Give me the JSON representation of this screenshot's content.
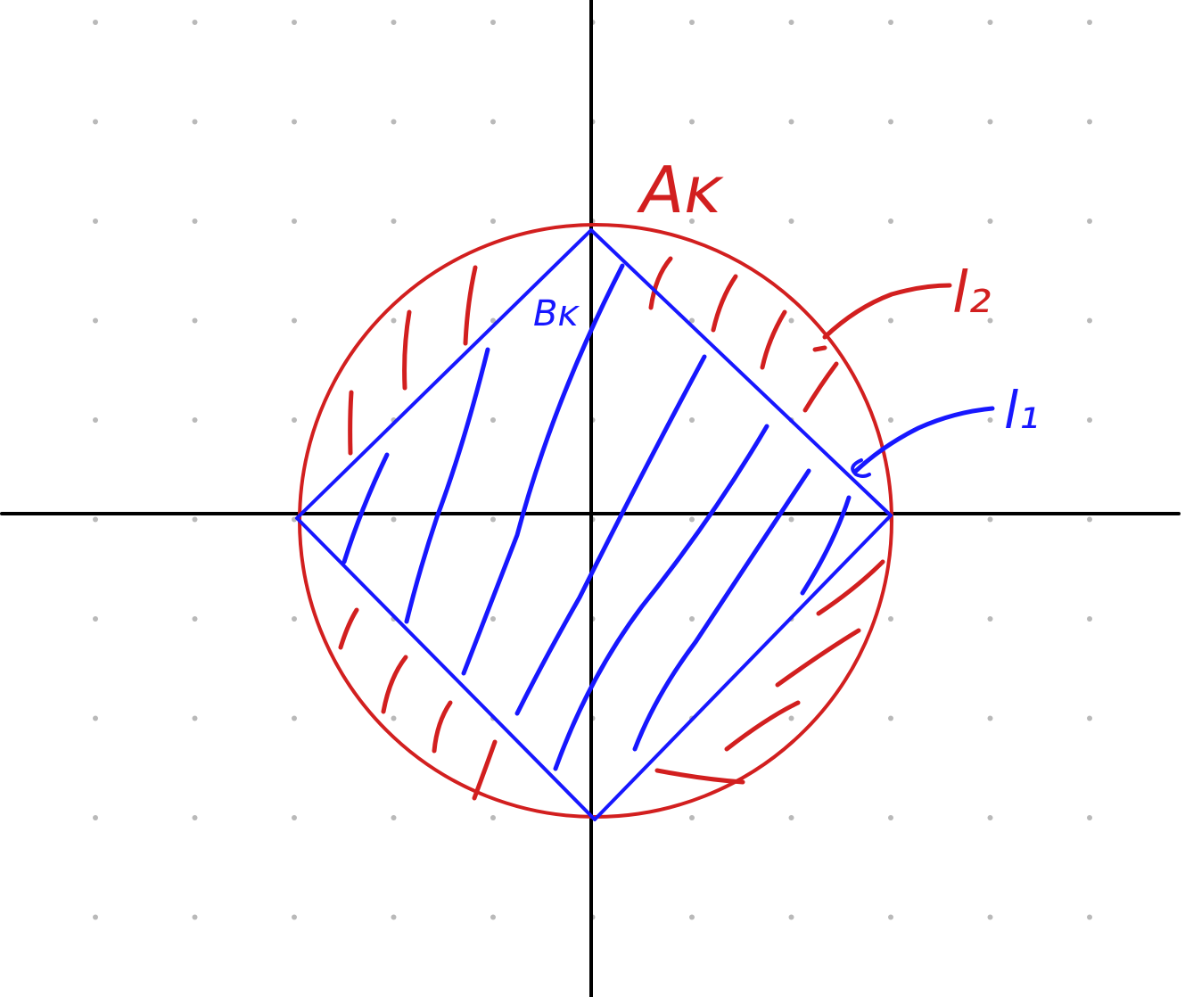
{
  "colors": {
    "background": "#ffffff",
    "grid_dot": "#b9b9b9",
    "axis": "#000000",
    "circle": "#d21f1f",
    "square": "#1717ff"
  },
  "labels": {
    "circle_region": "Aᴋ",
    "circle_line": "l₂",
    "square_region": "Bᴋ",
    "square_line": "l₁"
  }
}
